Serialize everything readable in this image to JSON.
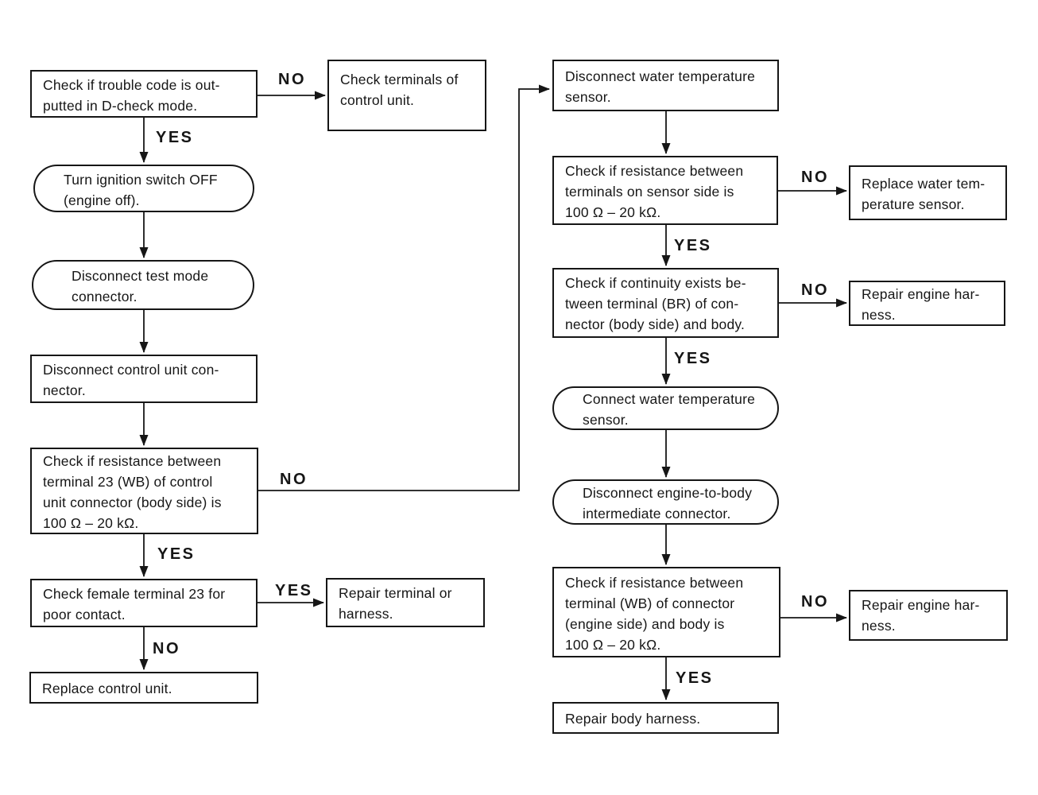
{
  "page": {
    "background_color": "#ffffff",
    "ink_color": "#161616",
    "type": "troubleshooting flowchart"
  },
  "nodes": {
    "check_trouble_code": {
      "shape": "rect",
      "lines": [
        "Check if trouble code is out-",
        "putted in D-check mode."
      ]
    },
    "check_terminals": {
      "shape": "rect",
      "lines": [
        "Check terminals of",
        "control unit."
      ]
    },
    "turn_ignition_off": {
      "shape": "stadium",
      "lines": [
        "Turn ignition switch OFF",
        "(engine off)."
      ]
    },
    "disconnect_test_mode": {
      "shape": "stadium",
      "lines": [
        "Disconnect test mode",
        "connector."
      ]
    },
    "disconnect_cu_connector": {
      "shape": "rect",
      "lines": [
        "Disconnect control unit con-",
        "nector."
      ]
    },
    "check_resistance_cu": {
      "shape": "rect",
      "lines": [
        "Check if resistance between",
        "terminal 23 (WB) of control",
        "unit connector (body side) is",
        "100 Ω – 20 kΩ."
      ]
    },
    "check_female_terminal": {
      "shape": "rect",
      "lines": [
        "Check female terminal 23 for",
        "poor contact."
      ]
    },
    "repair_terminal_harness": {
      "shape": "rect",
      "lines": [
        "Repair terminal or",
        "harness."
      ]
    },
    "replace_control_unit": {
      "shape": "rect",
      "lines": [
        "Replace control unit."
      ]
    },
    "disconnect_wts": {
      "shape": "rect",
      "lines": [
        "Disconnect water temperature",
        "sensor."
      ]
    },
    "check_resistance_sensor": {
      "shape": "rect",
      "lines": [
        "Check if resistance between",
        "terminals on sensor side is",
        "100 Ω – 20 kΩ."
      ]
    },
    "replace_wts": {
      "shape": "rect",
      "lines": [
        "Replace water tem-",
        "perature sensor."
      ]
    },
    "check_continuity": {
      "shape": "rect",
      "lines": [
        "Check if continuity exists be-",
        "tween terminal (BR) of con-",
        "nector (body side) and body."
      ]
    },
    "repair_engine_harness_1": {
      "shape": "rect",
      "lines": [
        "Repair engine har-",
        "ness."
      ]
    },
    "connect_wts": {
      "shape": "stadium",
      "lines": [
        "Connect water temperature",
        "sensor."
      ]
    },
    "disconnect_intermediate": {
      "shape": "stadium",
      "lines": [
        "Disconnect engine-to-body",
        "intermediate connector."
      ]
    },
    "check_resistance_wb": {
      "shape": "rect",
      "lines": [
        "Check if resistance between",
        "terminal (WB) of connector",
        "(engine side) and body is",
        "100 Ω – 20 kΩ."
      ]
    },
    "repair_engine_harness_2": {
      "shape": "rect",
      "lines": [
        "Repair engine har-",
        "ness."
      ]
    },
    "repair_body_harness": {
      "shape": "rect",
      "lines": [
        "Repair body harness."
      ]
    }
  },
  "edges": [
    {
      "from": "check_trouble_code",
      "to": "check_terminals",
      "label": "NO"
    },
    {
      "from": "check_trouble_code",
      "to": "turn_ignition_off",
      "label": "YES"
    },
    {
      "from": "turn_ignition_off",
      "to": "disconnect_test_mode",
      "label": ""
    },
    {
      "from": "disconnect_test_mode",
      "to": "disconnect_cu_connector",
      "label": ""
    },
    {
      "from": "disconnect_cu_connector",
      "to": "check_resistance_cu",
      "label": ""
    },
    {
      "from": "check_resistance_cu",
      "to": "disconnect_wts",
      "label": "NO"
    },
    {
      "from": "check_resistance_cu",
      "to": "check_female_terminal",
      "label": "YES"
    },
    {
      "from": "check_female_terminal",
      "to": "repair_terminal_harness",
      "label": "YES"
    },
    {
      "from": "check_female_terminal",
      "to": "replace_control_unit",
      "label": "NO"
    },
    {
      "from": "disconnect_wts",
      "to": "check_resistance_sensor",
      "label": ""
    },
    {
      "from": "check_resistance_sensor",
      "to": "replace_wts",
      "label": "NO"
    },
    {
      "from": "check_resistance_sensor",
      "to": "check_continuity",
      "label": "YES"
    },
    {
      "from": "check_continuity",
      "to": "repair_engine_harness_1",
      "label": "NO"
    },
    {
      "from": "check_continuity",
      "to": "connect_wts",
      "label": "YES"
    },
    {
      "from": "connect_wts",
      "to": "disconnect_intermediate",
      "label": ""
    },
    {
      "from": "disconnect_intermediate",
      "to": "check_resistance_wb",
      "label": ""
    },
    {
      "from": "check_resistance_wb",
      "to": "repair_engine_harness_2",
      "label": "NO"
    },
    {
      "from": "check_resistance_wb",
      "to": "repair_body_harness",
      "label": "YES"
    }
  ]
}
